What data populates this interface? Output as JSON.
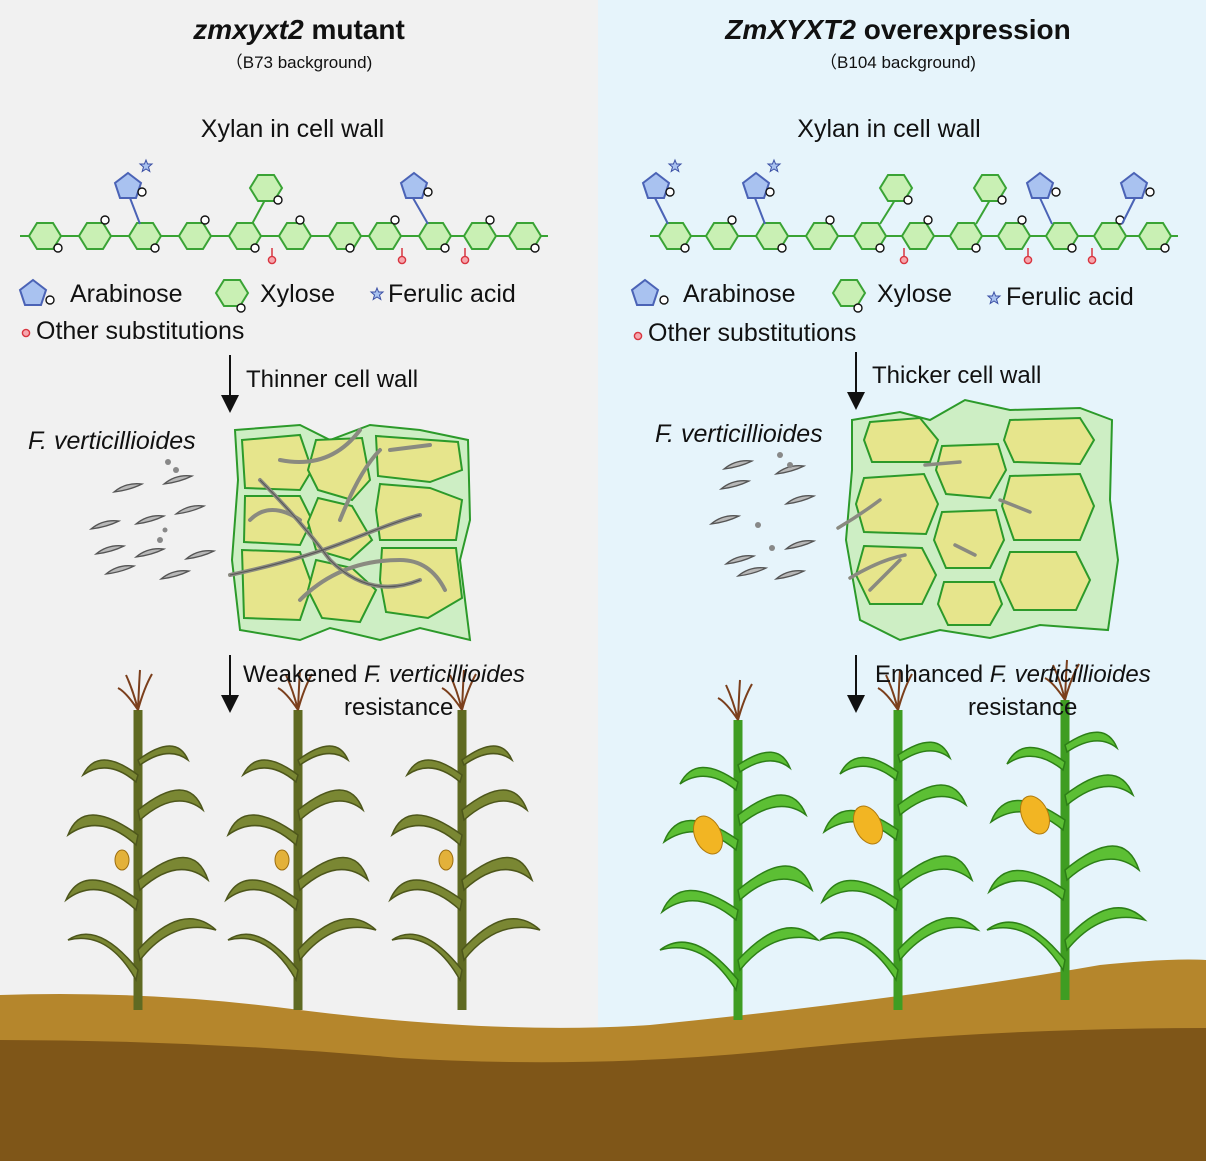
{
  "left": {
    "title_italic": "zmxyxt2",
    "title_rest": " mutant",
    "subtitle": "（B73 background)",
    "section_title": "Xylan in cell wall",
    "legend": {
      "arabinose": "Arabinose",
      "xylose": "Xylose",
      "ferulic": "Ferulic acid",
      "other": "Other substitutions"
    },
    "wall_label": "Thinner cell wall",
    "fungus_label": "F. verticillioides",
    "resistance_pre": "Weakened ",
    "resistance_italic": "F. verticillioides",
    "resistance_post": "resistance"
  },
  "right": {
    "title_italic": "ZmXYXT2",
    "title_rest": " overexpression",
    "subtitle": "（B104 background)",
    "section_title": "Xylan in cell wall",
    "legend": {
      "arabinose": "Arabinose",
      "xylose": "Xylose",
      "ferulic": "Ferulic acid",
      "other": "Other substitutions"
    },
    "wall_label": "Thicker cell wall",
    "fungus_label": "F. verticillioides",
    "resistance_pre": "Enhanced ",
    "resistance_italic": "F. verticillioides",
    "resistance_post": "resistance"
  },
  "colors": {
    "left_bg": "#f1f1f1",
    "right_bg": "#e6f4fb",
    "xylose_fill": "#c9f0b4",
    "xylose_stroke": "#3aa335",
    "arabinose_fill": "#a9c2f0",
    "arabinose_stroke": "#4b63b6",
    "cell_fill": "#e6e58c",
    "wall_fill": "#cdeec4",
    "soil_top": "#b5862c",
    "soil_bottom": "#7f5618",
    "sick_plant": "#6f7b2c",
    "healthy_plant": "#55b22e"
  },
  "icons": [
    "arabinose-icon",
    "xylose-icon",
    "ferulic-acid-star-icon",
    "other-substitution-icon",
    "down-arrow-icon",
    "maize-plant-icon",
    "fungus-spore-icon"
  ]
}
